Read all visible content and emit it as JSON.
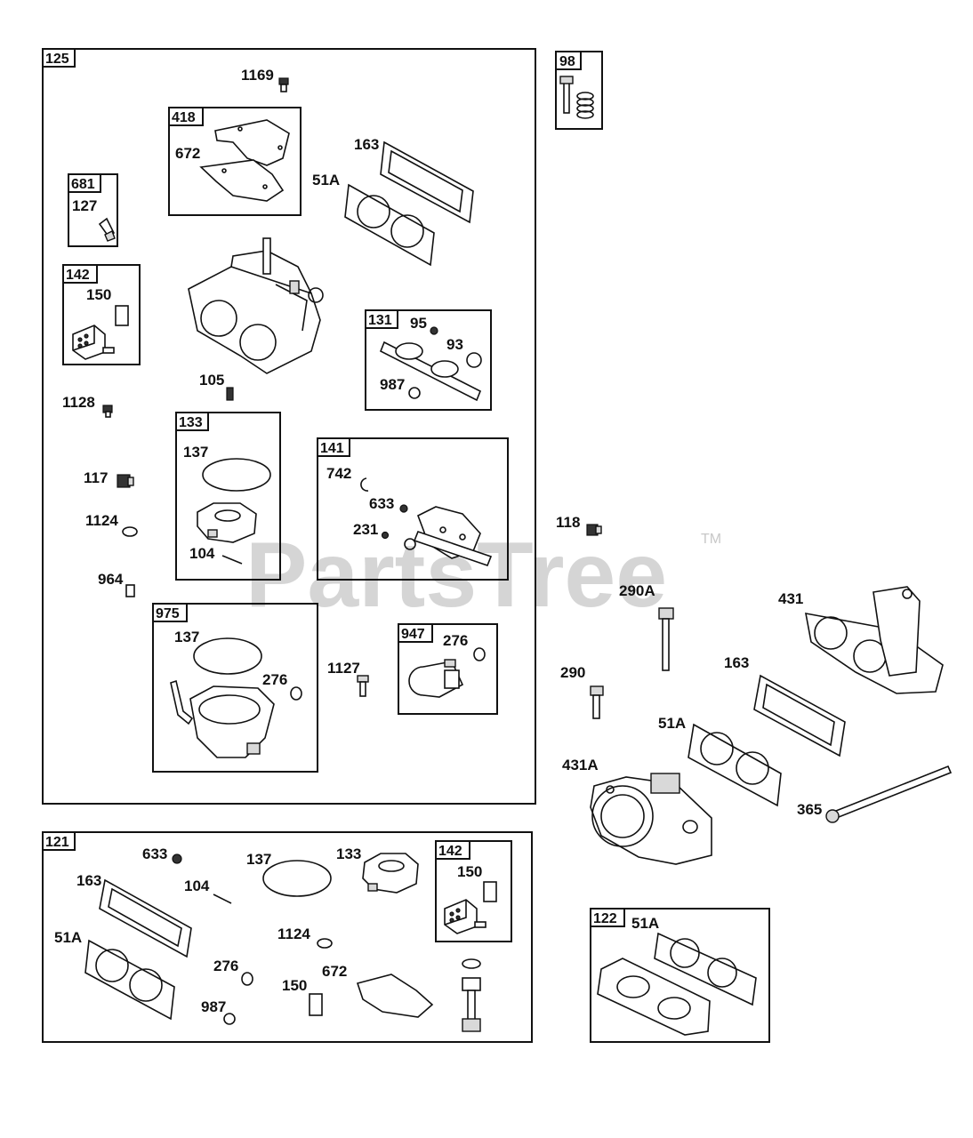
{
  "watermark": {
    "text": "PartsTree",
    "trademark": "TM"
  },
  "colors": {
    "line": "#111111",
    "watermark": "#c8c8c8",
    "background": "#ffffff"
  },
  "groups": {
    "g125": "125",
    "g98": "98",
    "g418": "418",
    "g681": "681",
    "g142a": "142",
    "g131": "131",
    "g133": "133",
    "g141": "141",
    "g975": "975",
    "g947": "947",
    "g121": "121",
    "g142b": "142",
    "g122": "122"
  },
  "callouts": {
    "c1169": "1169",
    "c672a": "672",
    "c163a": "163",
    "c51Aa": "51A",
    "c127": "127",
    "c150a": "150",
    "c95": "95",
    "c93": "93",
    "c987a": "987",
    "c105": "105",
    "c1128": "1128",
    "c137a": "137",
    "c742": "742",
    "c633a": "633",
    "c231": "231",
    "c117": "117",
    "c1124a": "1124",
    "c104a": "104",
    "c964": "964",
    "c137b": "137",
    "c276a": "276",
    "c276b": "276",
    "c1127": "1127",
    "c118": "118",
    "c290A": "290A",
    "c431": "431",
    "c163b": "163",
    "c290": "290",
    "c51Ab": "51A",
    "c431A": "431A",
    "c365": "365",
    "c633b": "633",
    "c137c": "137",
    "c133": "133",
    "c163c": "163",
    "c104b": "104",
    "c150b": "150",
    "c51Ac": "51A",
    "c1124b": "1124",
    "c276c": "276",
    "c672b": "672",
    "c150c": "150",
    "c987b": "987",
    "c51Ad": "51A"
  }
}
